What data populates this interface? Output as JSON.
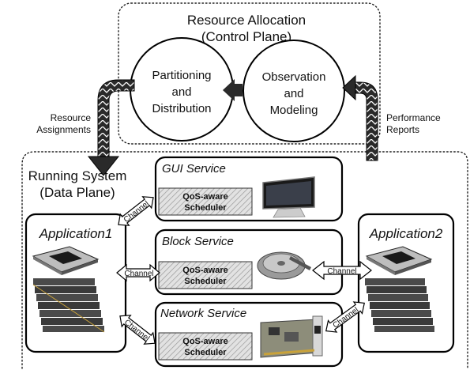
{
  "control_plane": {
    "title_line1": "Resource Allocation",
    "title_line2": "(Control Plane)",
    "partitioning": [
      "Partitioning",
      "and",
      "Distribution"
    ],
    "observation": [
      "Observation",
      "and",
      "Modeling"
    ]
  },
  "data_plane": {
    "title_line1": "Running System",
    "title_line2": "(Data Plane)"
  },
  "flows": {
    "resource_assignments": [
      "Resource",
      "Assignments"
    ],
    "performance_reports": [
      "Performance",
      "Reports"
    ]
  },
  "services": {
    "gui": "GUI Service",
    "block": "Block Service",
    "network": "Network Service",
    "scheduler_line1": "QoS-aware",
    "scheduler_line2": "Scheduler"
  },
  "applications": {
    "app1": "Application1",
    "app2": "Application2"
  },
  "channel_label": "Channel",
  "icons": [
    "cpu-chip-icon",
    "memory-modules-icon",
    "monitor-icon",
    "hard-disk-icon",
    "network-card-icon"
  ]
}
